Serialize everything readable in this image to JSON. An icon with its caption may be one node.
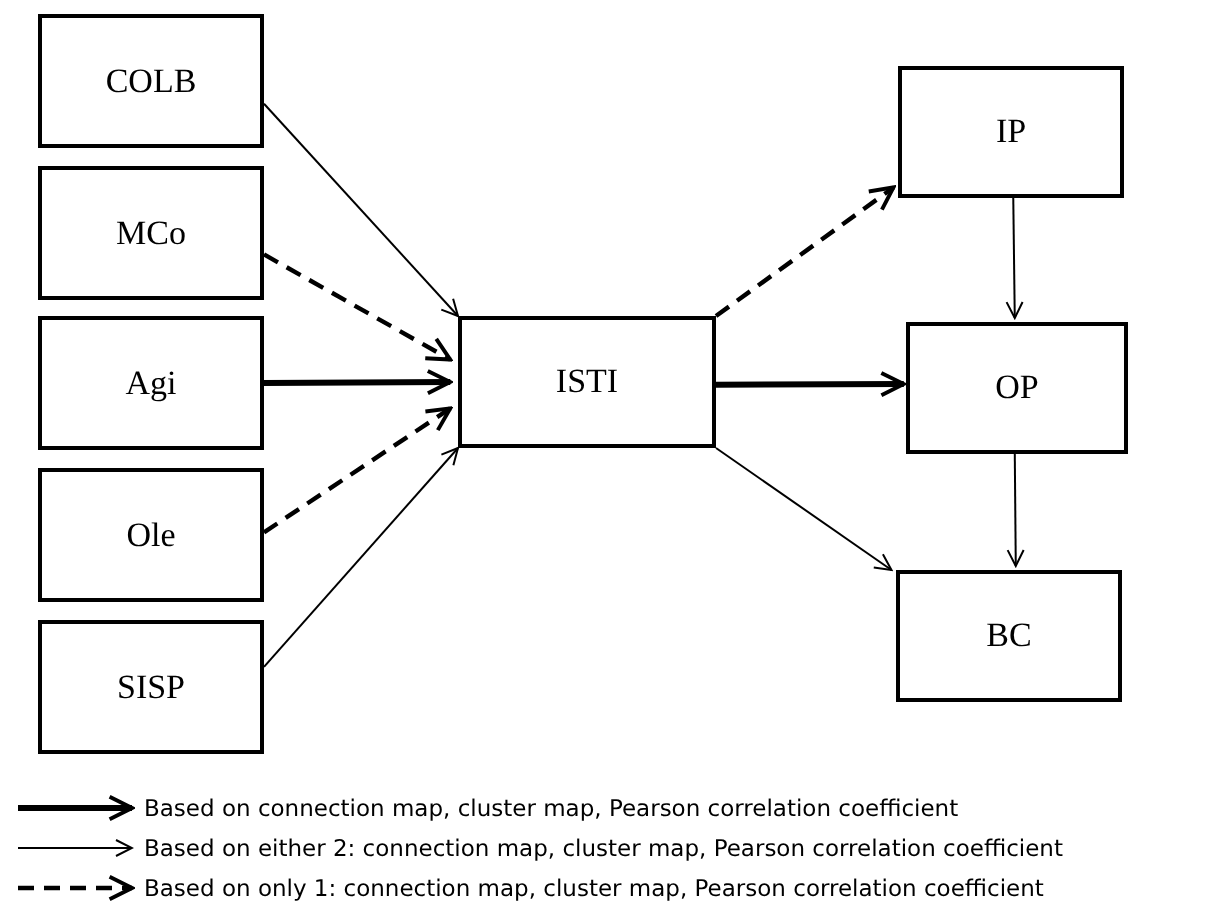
{
  "diagram": {
    "nodes": [
      {
        "text": [
          "COLB"
        ]
      },
      {
        "text": [
          "MCo"
        ]
      },
      {
        "text": [
          "Agi"
        ]
      },
      {
        "text": [
          "Ole"
        ]
      },
      {
        "text": [
          "SISP"
        ]
      },
      {
        "text": [
          "ISTI"
        ]
      },
      {
        "text": [
          "IP"
        ]
      },
      {
        "text": [
          "OP"
        ]
      },
      {
        "text": [
          "BC"
        ]
      }
    ],
    "edges": [
      {
        "from": 0,
        "to": 5,
        "arrow": "to"
      },
      {
        "from": 1,
        "to": 5,
        "arrow": "to",
        "style": "dashed"
      },
      {
        "from": 2,
        "to": 5,
        "arrow": "to",
        "style": "thick"
      },
      {
        "from": 3,
        "to": 5,
        "arrow": "to",
        "style": "dashed"
      },
      {
        "from": 4,
        "to": 5,
        "arrow": "to"
      },
      {
        "from": 5,
        "to": 6,
        "arrow": "to",
        "style": "dashed"
      },
      {
        "from": 5,
        "to": 7,
        "arrow": "to",
        "style": "thick"
      },
      {
        "from": 5,
        "to": 8,
        "arrow": "to"
      },
      {
        "from": 6,
        "to": 7,
        "arrow": "to"
      },
      {
        "from": 7,
        "to": 8,
        "arrow": "to"
      }
    ],
    "legend": [
      {
        "text": "Based on connection map, cluster map, Pearson correlation coefficient"
      },
      {
        "text": "Based on either 2: connection map, cluster map, Pearson correlation coefficient"
      },
      {
        "text": "Based on only 1: connection map, cluster map, Pearson correlation coefficient"
      }
    ]
  }
}
